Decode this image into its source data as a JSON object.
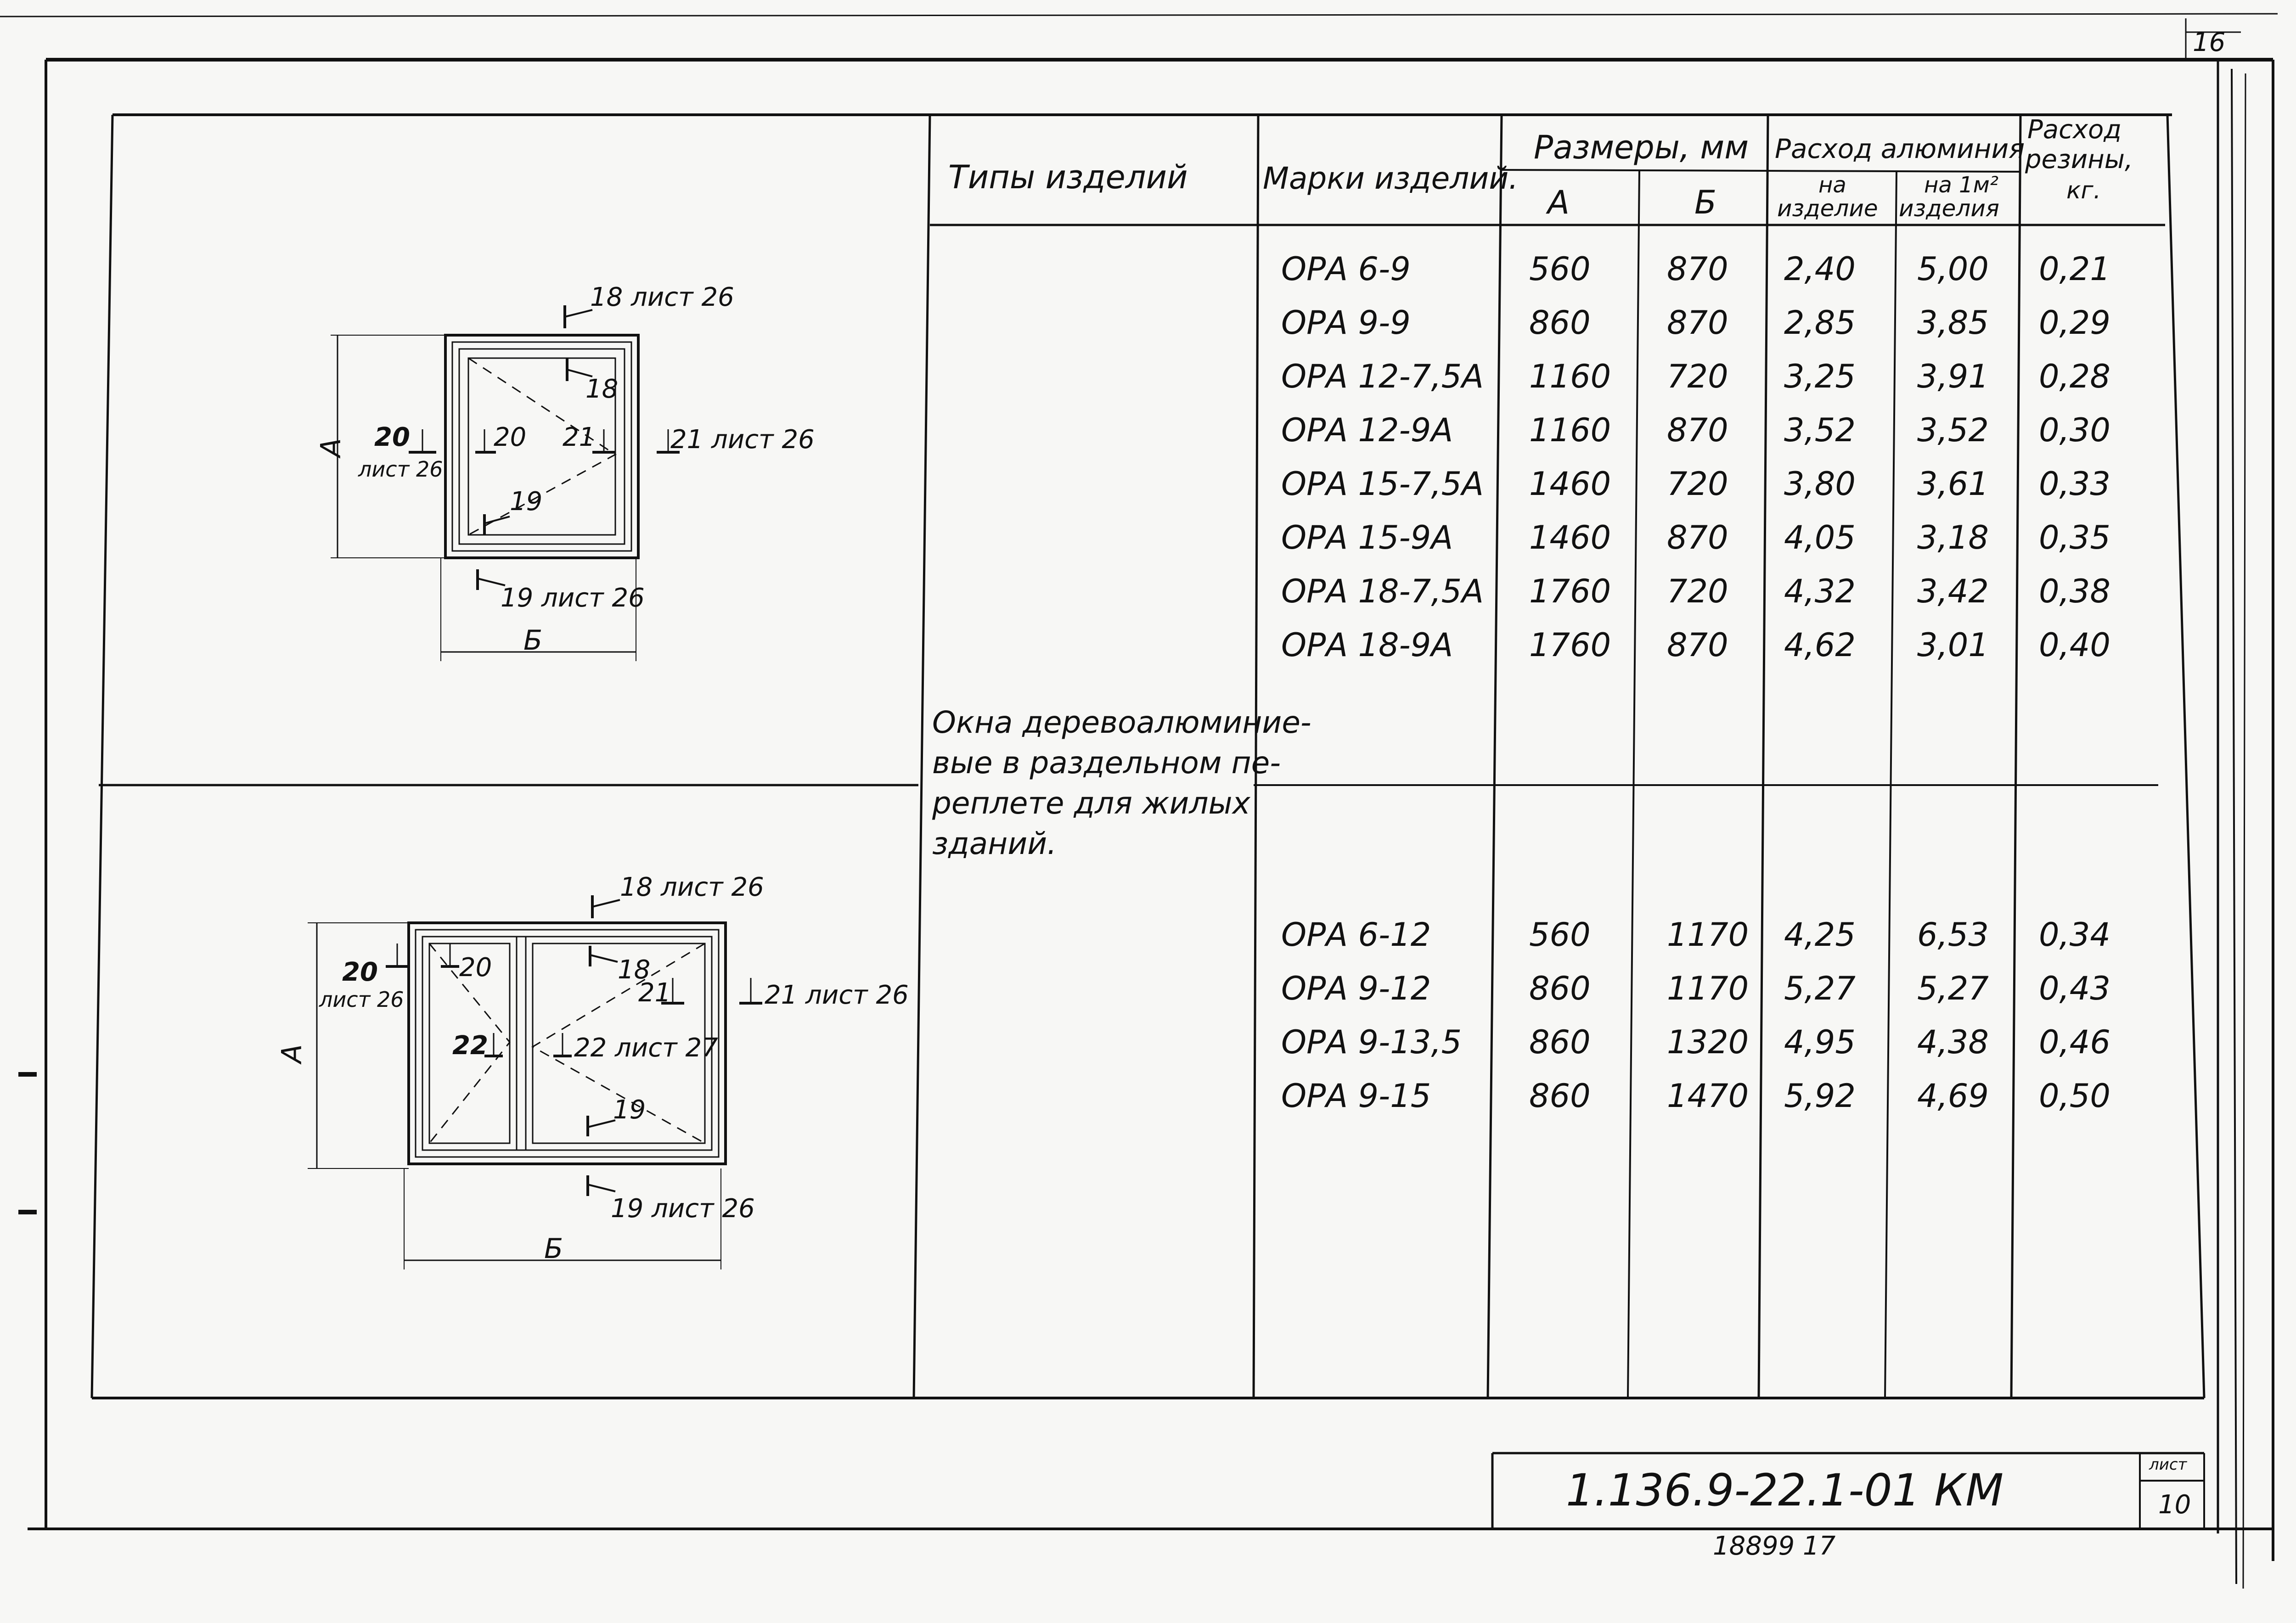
{
  "page_number": "16",
  "headers": {
    "types": "Типы изделий",
    "marks": "Марки изделий.",
    "sizes": "Размеры, мм",
    "size_a": "А",
    "size_b": "Б",
    "alu": "Расход алюминия",
    "alu_item_1": "на",
    "alu_item_2": "изделие",
    "alu_m2_1": "на 1м²",
    "alu_m2_2": "изделия",
    "rubber_1": "Расход",
    "rubber_2": "резины,",
    "rubber_3": "кг."
  },
  "product_type": [
    "Окна деревоалюминие-",
    "вые в раздельном пе-",
    "реплете для жилых",
    "зданий."
  ],
  "group1": [
    {
      "mark": "ОРА 6-9",
      "a": "560",
      "b": "870",
      "alu_item": "2,40",
      "alu_m2": "5,00",
      "rubber": "0,21"
    },
    {
      "mark": "ОРА 9-9",
      "a": "860",
      "b": "870",
      "alu_item": "2,85",
      "alu_m2": "3,85",
      "rubber": "0,29"
    },
    {
      "mark": "ОРА 12-7,5А",
      "a": "1160",
      "b": "720",
      "alu_item": "3,25",
      "alu_m2": "3,91",
      "rubber": "0,28"
    },
    {
      "mark": "ОРА 12-9А",
      "a": "1160",
      "b": "870",
      "alu_item": "3,52",
      "alu_m2": "3,52",
      "rubber": "0,30"
    },
    {
      "mark": "ОРА 15-7,5А",
      "a": "1460",
      "b": "720",
      "alu_item": "3,80",
      "alu_m2": "3,61",
      "rubber": "0,33"
    },
    {
      "mark": "ОРА 15-9А",
      "a": "1460",
      "b": "870",
      "alu_item": "4,05",
      "alu_m2": "3,18",
      "rubber": "0,35"
    },
    {
      "mark": "ОРА 18-7,5А",
      "a": "1760",
      "b": "720",
      "alu_item": "4,32",
      "alu_m2": "3,42",
      "rubber": "0,38"
    },
    {
      "mark": "ОРА 18-9А",
      "a": "1760",
      "b": "870",
      "alu_item": "4,62",
      "alu_m2": "3,01",
      "rubber": "0,40"
    }
  ],
  "group2": [
    {
      "mark": "ОРА 6-12",
      "a": "560",
      "b": "1170",
      "alu_item": "4,25",
      "alu_m2": "6,53",
      "rubber": "0,34"
    },
    {
      "mark": "ОРА 9-12",
      "a": "860",
      "b": "1170",
      "alu_item": "5,27",
      "alu_m2": "5,27",
      "rubber": "0,43"
    },
    {
      "mark": "ОРА 9-13,5",
      "a": "860",
      "b": "1320",
      "alu_item": "4,95",
      "alu_m2": "4,38",
      "rubber": "0,46"
    },
    {
      "mark": "ОРА 9-15",
      "a": "860",
      "b": "1470",
      "alu_item": "5,92",
      "alu_m2": "4,69",
      "rubber": "0,50"
    }
  ],
  "drawing1": {
    "dim_a": "А",
    "dim_b": "Б",
    "cut18_top": "18 лист 26",
    "cut18": "18",
    "cut20_left": "20",
    "cut20_left_sheet": "лист 26",
    "cut20": "20",
    "cut21": "21",
    "cut21_right": "21 лист 26",
    "cut19": "19",
    "cut19_bottom": "19 лист 26"
  },
  "drawing2": {
    "dim_a": "А",
    "dim_b": "Б",
    "cut18_top": "18 лист 26",
    "cut18": "18",
    "cut20_left": "20",
    "cut20_left_sheet": "лист 26",
    "cut20": "20",
    "cut21": "21",
    "cut21_right": "21 лист 26",
    "cut22": "22",
    "cut22_sheet": "22 лист 27",
    "cut19": "19",
    "cut19_bottom": "19 лист 26"
  },
  "stamp": {
    "code": "1.136.9-22.1-01 КМ",
    "sheet_label": "лист",
    "sheet_number": "10",
    "inventory": "18899 17"
  }
}
